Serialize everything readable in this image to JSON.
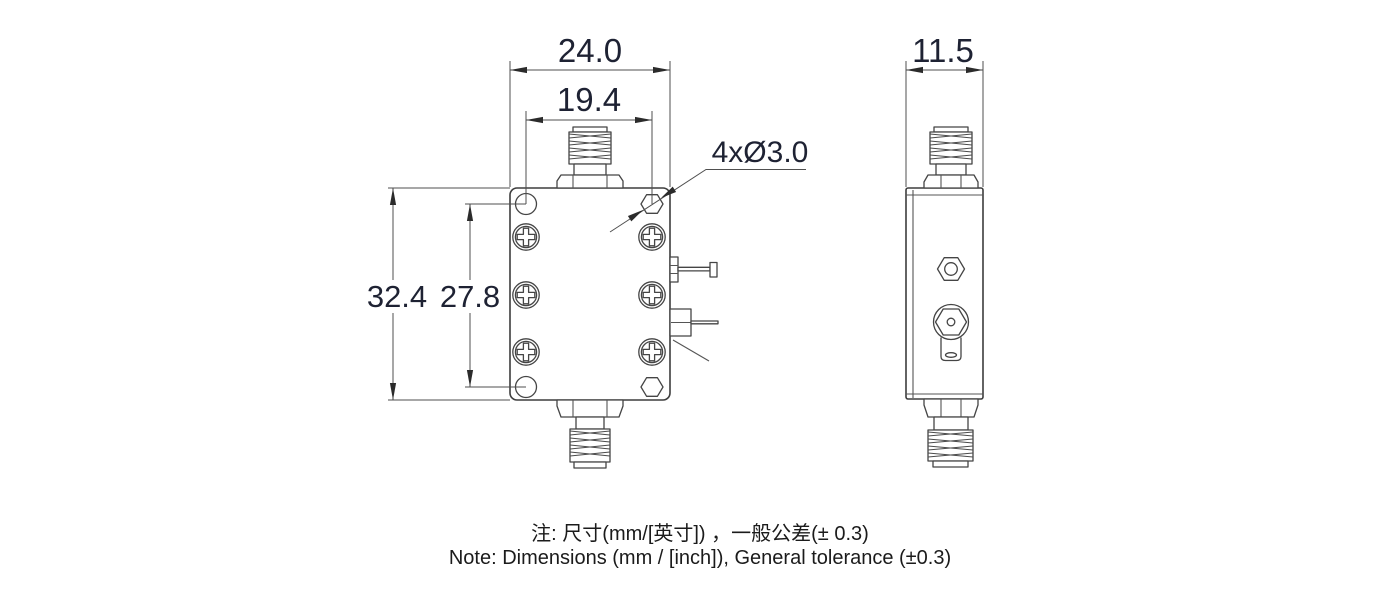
{
  "meta": {
    "background_color": "#ffffff",
    "line_color": "#454545",
    "dimension_text_color": "#1e2233",
    "note_text_color": "#1b1b1b",
    "units": "mm"
  },
  "front_view": {
    "dims": {
      "overall_width": "24.0",
      "hole_spacing_horizontal": "19.4",
      "overall_height": "32.4",
      "hole_spacing_vertical": "27.8",
      "hole_callout": "4xØ3.0"
    }
  },
  "side_view": {
    "dims": {
      "overall_depth": "11.5"
    }
  },
  "note": {
    "line1_zh": "注: 尺寸(mm/[英寸]) ，一般公差(± 0.3)",
    "line2_en": "Note: Dimensions (mm / [inch]), General tolerance (±0.3)"
  }
}
